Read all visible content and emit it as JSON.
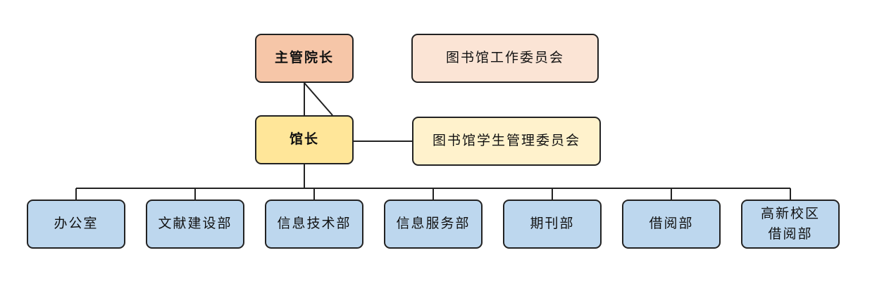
{
  "diagram": {
    "top": {
      "dean": {
        "label": "主管院长",
        "color": "#f6c6a8"
      },
      "committee_work": {
        "label": "图书馆工作委员会",
        "color": "#fbe4d5"
      }
    },
    "middle": {
      "director": {
        "label": "馆长",
        "color": "#ffe699"
      },
      "committee_student": {
        "label": "图书馆学生管理委员会",
        "color": "#fff2cc"
      }
    },
    "departments": {
      "color": "#bdd7ee",
      "items": [
        {
          "label": "办公室"
        },
        {
          "label": "文献建设部"
        },
        {
          "label": "信息技术部"
        },
        {
          "label": "信息服务部"
        },
        {
          "label": "期刊部"
        },
        {
          "label": "借阅部"
        },
        {
          "label": "高新校区借阅部",
          "line1": "高新校区",
          "line2": "借阅部"
        }
      ]
    }
  }
}
